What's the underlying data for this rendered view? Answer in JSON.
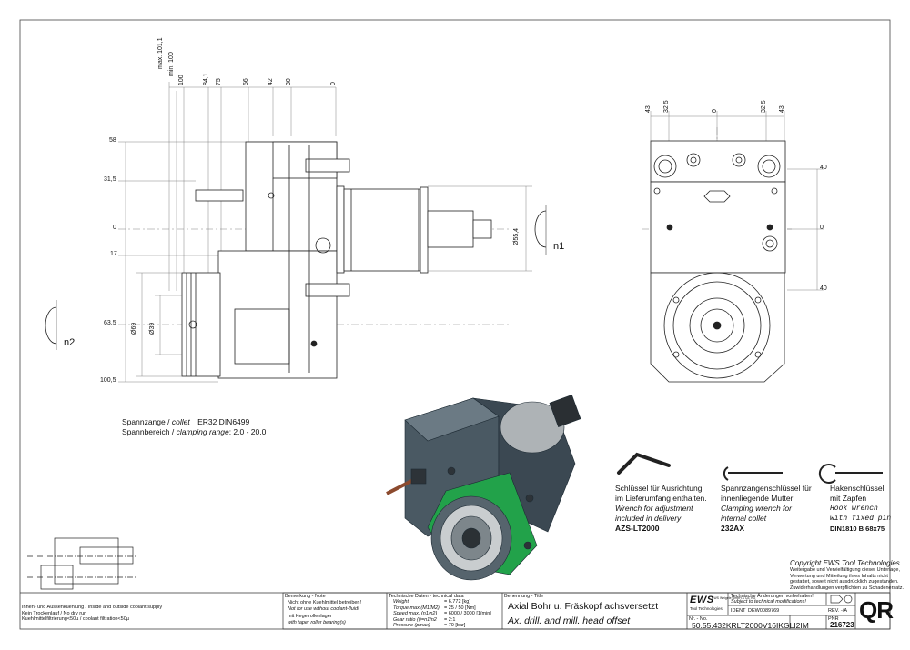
{
  "top_dims": [
    "max. 101,1",
    "min. 100",
    "100",
    "84,1",
    "75",
    "56",
    "42",
    "30",
    "0"
  ],
  "left_dims": [
    "58",
    "31,5",
    "0",
    "17",
    "63,5",
    "100,5"
  ],
  "side_dims": {
    "dia_55": "Ø55,4",
    "dia_69": "Ø69",
    "dia_39": "Ø39"
  },
  "rot_labels": {
    "n1": "n1",
    "n2": "n2"
  },
  "front_top_dims": [
    "43",
    "32,5",
    "0",
    "32,5",
    "43"
  ],
  "front_right_dims": [
    "40",
    "0",
    "40"
  ],
  "collet": {
    "line1_de": "Spannzange /",
    "line1_en": "collet",
    "line1_val": "ER32   DIN6499",
    "line2_de": "Spannbereich /",
    "line2_en": "clamping range",
    "line2_val": ": 2,0 - 20,0"
  },
  "wrench1": {
    "de1": "Schlüssel für Ausrichtung",
    "de2": "im Lieferumfang enthalten.",
    "en1": "Wrench for adjustment",
    "en2": "included in delivery",
    "code": "AZS-LT2000"
  },
  "wrench2": {
    "de1": "Spannzangenschlüssel für",
    "de2": "innenliegende Mutter",
    "en1": "Clamping wrench for",
    "en2": "internal collet",
    "code": "232AX"
  },
  "wrench3": {
    "de1": "Hakenschlüssel",
    "de2": "mit Zapfen",
    "en1": "Hook wrench",
    "en2": "with fixed pin",
    "code": "DIN1810  B  68x75"
  },
  "copyright": {
    "title": "Copyright EWS Tool Technologies",
    "lines": [
      "Weitergabe und Vervielfältigung dieser Unterlage,",
      "Verwertung und Mitteilung ihres Inhalts nicht",
      "gestattet, soweit nicht ausdrücklich zugestanden.",
      "Zuwiderhandlungen verpflichten zu Schadenersatz."
    ]
  },
  "coolant": {
    "line1": "Innen- und Aussenkuehlung / Inside and outside coolant supply",
    "line2": "Kein Trockenlauf / No dry run",
    "line3": "Kuehlmittelfiltrierung<50µ / coolant filtration<50µ"
  },
  "title_block": {
    "remarks_hdr": "Bemerkung - Note",
    "rem1_de": "Nicht ohne Kuehlmittel betreiben!",
    "rem1_en": "Not for use without coolant-fluid!",
    "rem2_de": "mit Kegelrollenlager",
    "rem2_en": "with taper roller bearing(s)",
    "tech_hdr": "Technische Daten - technical data",
    "tech_rows": [
      {
        "label": "Weight",
        "value": "= 6.772 [kg]"
      },
      {
        "label": "Torque max (M1/M2)",
        "value": "= 25 / 50 [Nm]"
      },
      {
        "label": "Speed max. (n1/n2)",
        "value": "= 6000 / 3000 [1/min]"
      },
      {
        "label": "Gear ratio (i)=n1/n2",
        "value": "= 2:1"
      },
      {
        "label": "Pressure   (pmax)",
        "value": "= 70 [bar]"
      }
    ],
    "name_hdr": "Benennung - Title",
    "title_de": "Axial Bohr u. Fräskopf achsversetzt",
    "title_en": "Ax. drill. and mill. head offset",
    "nr_hdr": "Nr. - No.",
    "part_no": "50.55.432KRLT2000V16IKGLI2IM",
    "company": "EWS Weigele GmbH & Co. KG",
    "logo": "EWS",
    "logo_sub": "Tool Technologies",
    "tech_changes_de": "Technische Änderungen vorbehalten!",
    "tech_changes_en": "Subject to technical modifications!",
    "ident_lbl": "IDENT",
    "ident": "DEW0089769",
    "rev_lbl": "REV.",
    "rev": "-/A",
    "pnr_lbl": "PNR",
    "pnr": "216723",
    "qr": "QR"
  }
}
